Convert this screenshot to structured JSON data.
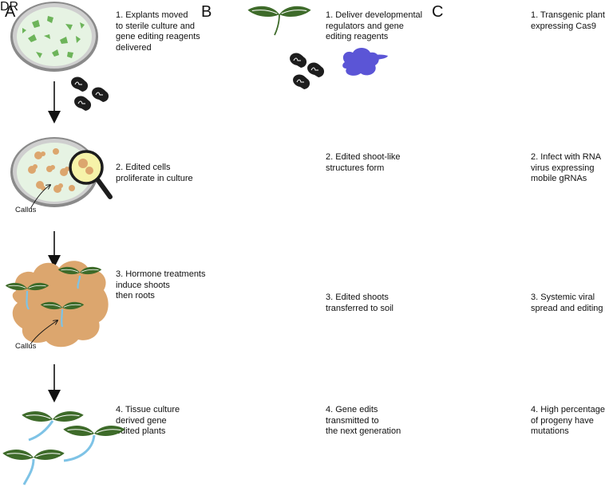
{
  "panels": [
    {
      "letter": "A",
      "steps": [
        "1. Explants moved\nto sterile culture and\ngene editing reagents\ndelivered",
        "2. Edited cells\nproliferate in culture",
        "3. Hormone treatments\ninduce shoots\nthen roots",
        "4. Tissue culture\nderived gene\nedited plants"
      ],
      "callouts": [
        "Callus",
        "Callus"
      ]
    },
    {
      "letter": "B",
      "steps": [
        "1. Deliver developmental\nregulators and gene\nediting reagents",
        "2. Edited shoot-like\nstructures form",
        "3. Edited shoots\ntransferred to soil",
        "4. Gene edits\ntransmitted to\nthe next generation"
      ],
      "dr_label": "DR"
    },
    {
      "letter": "C",
      "steps": [
        "1. Transgenic plant\nexpressing Cas9",
        "2. Infect with RNA\nvirus expressing\nmobile gRNAs",
        "3. Systemic viral\nspread and editing",
        "4. High percentage\nof progeny have\nmutations"
      ]
    }
  ],
  "colors": {
    "leaf": "#3e6b2a",
    "leaf_vein": "#ffffff",
    "root": "#7ec3e6",
    "callus": "#dca66e",
    "dish_fill": "#e6f3e3",
    "dish_rim": "#8a8a8a",
    "seed": "#1d1d1d",
    "dr_blob": "#5b55d6",
    "virus": "#d4407f",
    "soil": "#8a5a2b",
    "arrow": "#111111"
  }
}
